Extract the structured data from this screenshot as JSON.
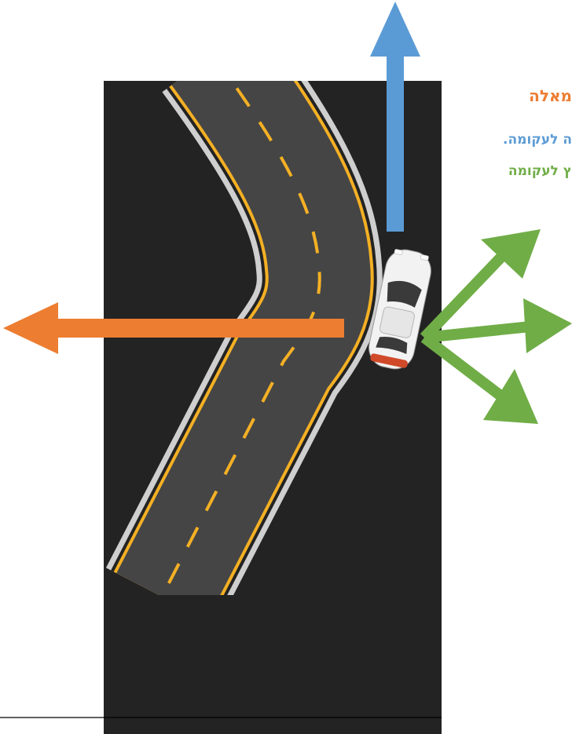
{
  "captions": {
    "title": "מאלה",
    "blue_line": "ה לעקומה.",
    "green_line": "ץ לעקומה"
  },
  "colors": {
    "background_panel": "#232323",
    "road": "#454545",
    "road_edge": "#d9d9d9",
    "road_line": "#f4b024",
    "car_body": "#f2f2f2",
    "arrow_up": "#5b9bd5",
    "arrow_left": "#ed7d31",
    "arrows_right": "#70ad47",
    "title_text": "#ed7d31",
    "blue_text": "#5b9bd5",
    "green_text": "#70ad47",
    "baseline": "#000000"
  },
  "icons": {
    "car": "car-icon",
    "arrow_up": "arrow-up-icon",
    "arrow_left": "arrow-left-icon",
    "arrow_up_right": "arrow-up-right-icon",
    "arrow_right": "arrow-right-icon",
    "arrow_down_right": "arrow-down-right-icon"
  }
}
